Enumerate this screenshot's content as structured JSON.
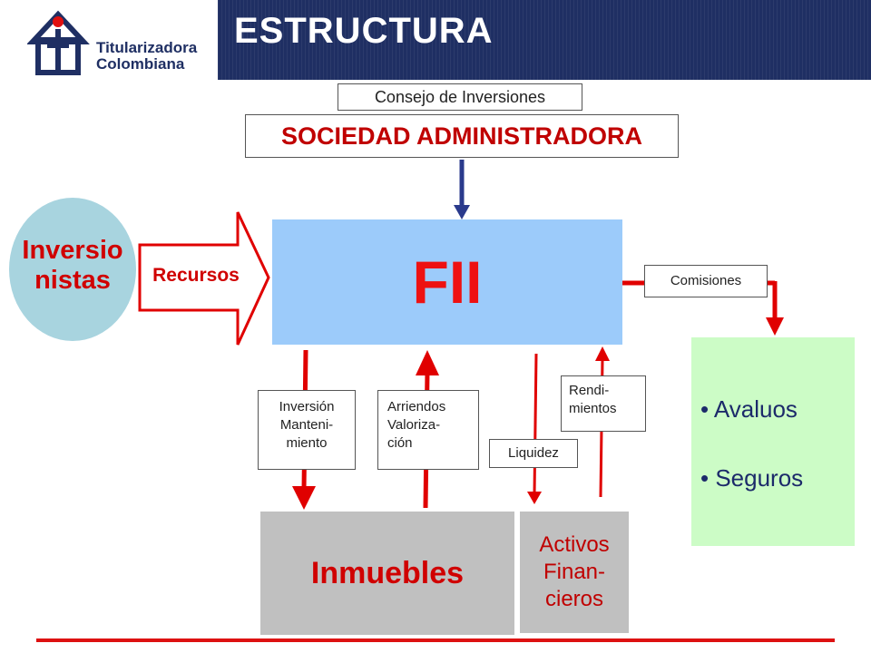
{
  "header": {
    "title": "ESTRUCTURA",
    "logo_line1": "Titularizadora",
    "logo_line2": "Colombiana"
  },
  "diagram": {
    "consejo": "Consejo de Inversiones",
    "sociedad": "SOCIEDAD ADMINISTRADORA",
    "fii": "FII",
    "inversionistas_line1": "Inversio",
    "inversionistas_line2": "nistas",
    "recursos": "Recursos",
    "comisiones": "Comisiones",
    "services": [
      "• Avaluos",
      "• Seguros"
    ],
    "inversion": [
      "Inversión",
      "Manteni-",
      "miento"
    ],
    "arriendos": [
      "Arriendos",
      "Valoriza-",
      "ción"
    ],
    "liquidez": "Liquidez",
    "rendimientos": [
      "Rendi-",
      "mientos"
    ],
    "inmuebles": "Inmuebles",
    "activos": [
      "Activos",
      "Finan-",
      "cieros"
    ]
  },
  "colors": {
    "header_bg": "#1f2f63",
    "fii_bg": "#9ccbfa",
    "arrow_red": "#e00000",
    "arrow_blue": "#2a3a8c",
    "green_box": "#ccfcc6",
    "gray_box": "#c0c0c0"
  }
}
